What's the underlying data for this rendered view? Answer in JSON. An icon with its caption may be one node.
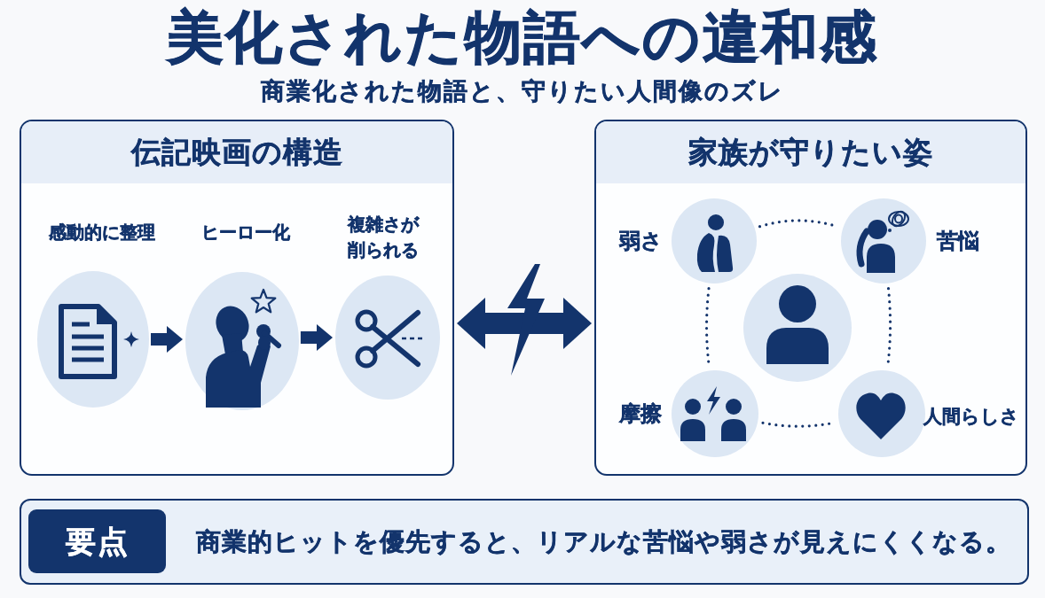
{
  "diagram": {
    "title": "美化された物語への違和感",
    "nodes": [
      {
        "text": [
          "伝記映画の構造"
        ]
      },
      {
        "text": [],
        "shape": "circle",
        "in": 0,
        "beside": [
          "感動的に整理"
        ]
      },
      {
        "text": [],
        "shape": "circle",
        "in": 0,
        "beside": [
          "ヒーロー化"
        ]
      },
      {
        "text": [],
        "shape": "circle",
        "in": 0,
        "beside": [
          "複雑さが削られる"
        ]
      },
      {
        "text": [
          "家族が守りたい姿"
        ]
      },
      {
        "text": [],
        "shape": "circle",
        "in": 4,
        "beside": [
          "弱さ"
        ]
      },
      {
        "text": [],
        "shape": "circle",
        "in": 4,
        "beside": [
          "苦悩"
        ]
      },
      {
        "text": [],
        "shape": "circle",
        "in": 4
      },
      {
        "text": [],
        "shape": "circle",
        "in": 4,
        "beside": [
          "摩擦"
        ]
      },
      {
        "text": [],
        "shape": "circle",
        "in": 4,
        "beside": [
          "人間らしさ"
        ]
      },
      {
        "text": [
          "商業的ヒットを優先すると、リアルな苦悩や弱さが見えにくくなる。"
        ]
      },
      {
        "text": [
          "要点"
        ],
        "in": 10
      }
    ],
    "edges": [
      {
        "from": 1,
        "to": 2,
        "arrow": "to",
        "style": "thick"
      },
      {
        "from": 2,
        "to": 3,
        "arrow": "to",
        "style": "thick"
      },
      {
        "from": 0,
        "to": 4,
        "arrow": "both",
        "style": "thick"
      },
      {
        "from": 5,
        "to": 6,
        "arrow": "none",
        "style": "dashed"
      },
      {
        "from": 6,
        "to": 9,
        "arrow": "none",
        "style": "dashed"
      },
      {
        "from": 8,
        "to": 9,
        "arrow": "none",
        "style": "dashed"
      },
      {
        "from": 5,
        "to": 8,
        "arrow": "none",
        "style": "dashed"
      }
    ],
    "labels": [
      "商業化された物語と、守りたい人間像のズレ"
    ]
  }
}
